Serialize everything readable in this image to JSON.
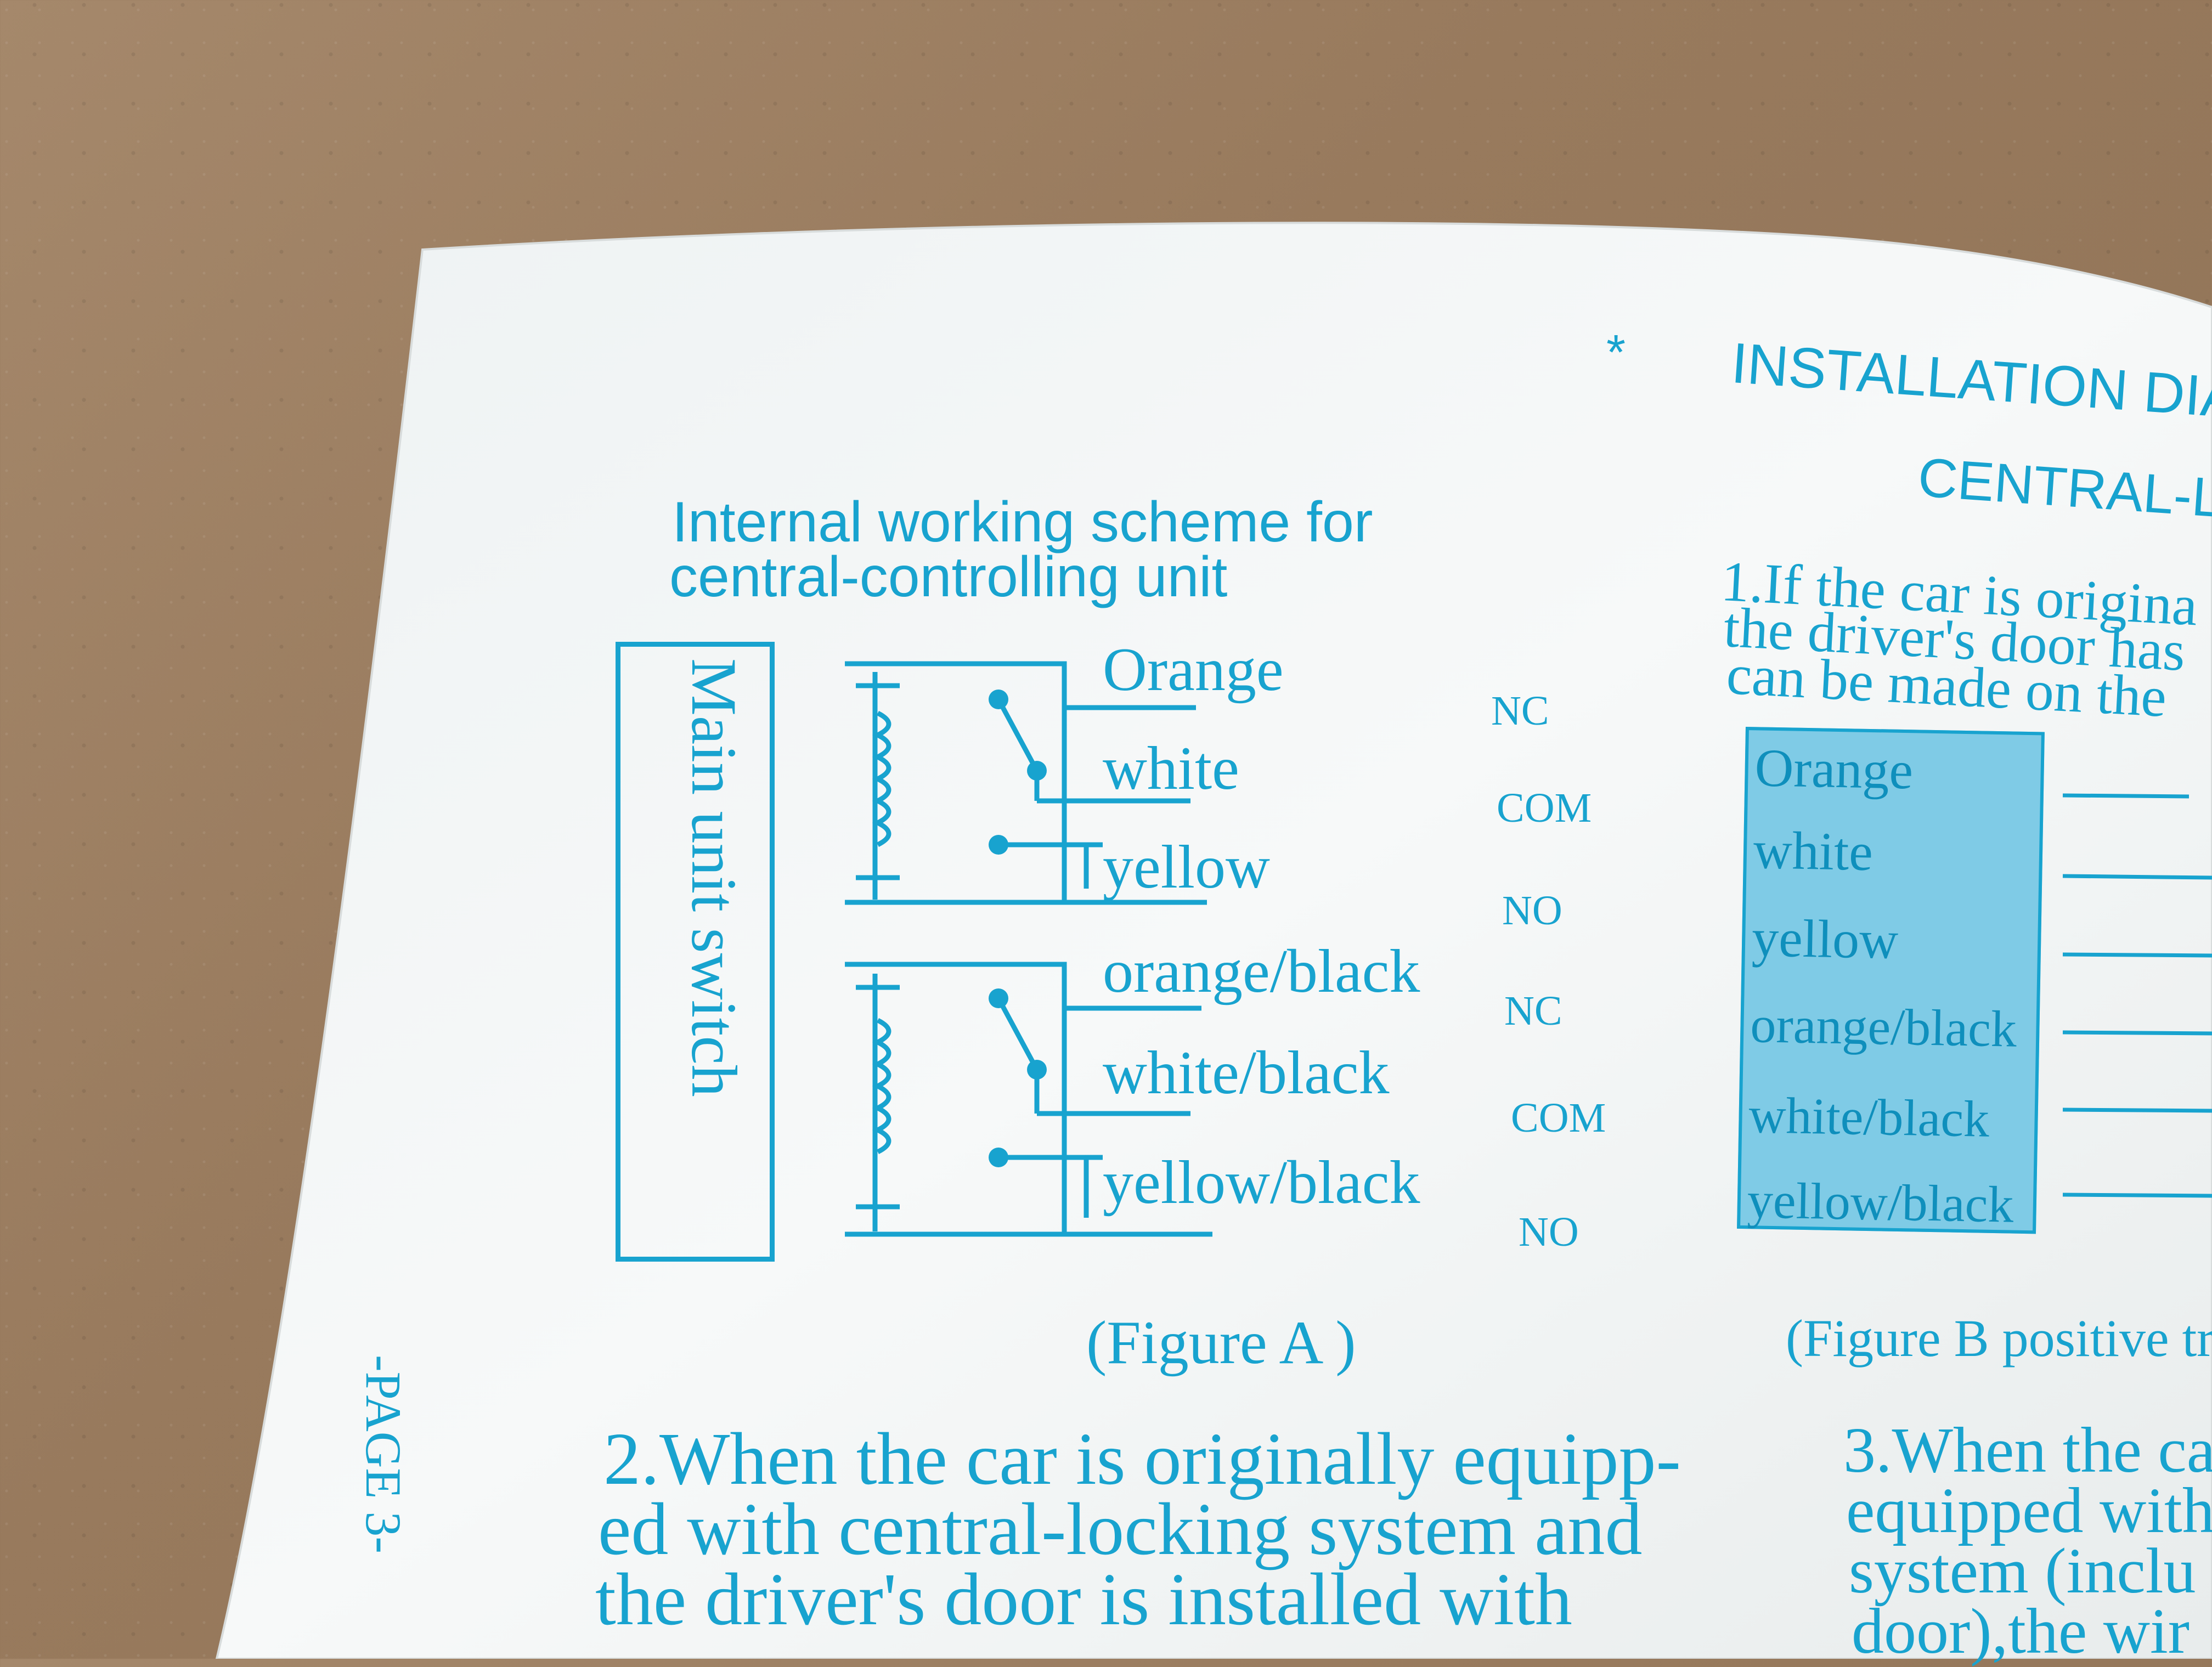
{
  "header": {
    "asterisk": "*",
    "installation_title": "INSTALLATION DIA",
    "central_label": "CENTRAL-LC"
  },
  "figure_a": {
    "title_line1": "Internal working scheme for",
    "title_line2": "central-controlling unit",
    "main_unit_label": "Main unit switch",
    "wires": [
      "Orange",
      "white",
      "yellow",
      "orange/black",
      "white/black",
      "yellow/black"
    ],
    "contacts": [
      "NC",
      "COM",
      "NO",
      "NC",
      "COM",
      "NO"
    ],
    "caption": "(Figure A )"
  },
  "figure_b": {
    "para1_line1": "1.If the car is origina",
    "para1_line2": "the driver's door has",
    "para1_line3": "can be made on the",
    "wires": [
      "Orange",
      "white",
      "yellow",
      "orange/black",
      "white/black",
      "yellow/black"
    ],
    "caption": "(Figure B positive tr",
    "ink_color": "#18a3cf",
    "box_fill": "#7fcbe6"
  },
  "paragraph2": {
    "line1": "2.When the car is originally equipp-",
    "line2": "ed with central-locking system and",
    "line3": "the driver's door is installed with"
  },
  "paragraph3": {
    "line1": "3.When the ca",
    "line2": "equipped with",
    "line3": "system (inclu",
    "line4": "door),the wir"
  },
  "page_number": "-PAGE 3-"
}
